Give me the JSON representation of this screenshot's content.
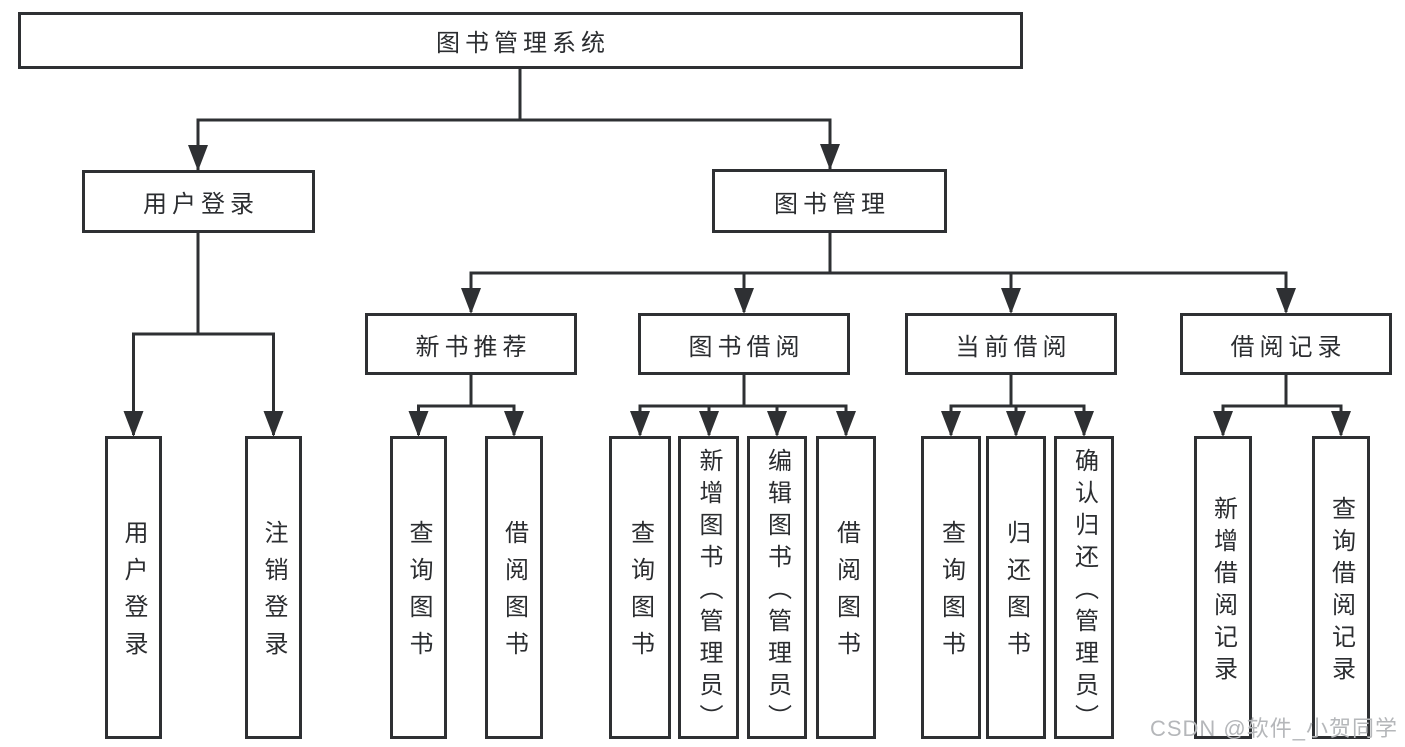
{
  "diagram": {
    "root": {
      "id": "library-management-system",
      "label": "图书管理系统"
    },
    "level2": [
      {
        "id": "user-login",
        "label": "用户登录"
      },
      {
        "id": "book-management",
        "label": "图书管理"
      }
    ],
    "level3": [
      {
        "id": "new-book-recommend",
        "label": "新书推荐"
      },
      {
        "id": "book-borrow",
        "label": "图书借阅"
      },
      {
        "id": "current-borrow",
        "label": "当前借阅"
      },
      {
        "id": "borrow-records",
        "label": "借阅记录"
      }
    ],
    "leaves": [
      {
        "id": "user-login-action",
        "parent": "user-login",
        "label": "用户登录"
      },
      {
        "id": "logout",
        "parent": "user-login",
        "label": "注销登录"
      },
      {
        "id": "query-books-recommend",
        "parent": "new-book-recommend",
        "label": "查询图书"
      },
      {
        "id": "borrow-books-recommend",
        "parent": "new-book-recommend",
        "label": "借阅图书"
      },
      {
        "id": "query-books-borrow",
        "parent": "book-borrow",
        "label": "查询图书"
      },
      {
        "id": "add-books-admin",
        "parent": "book-borrow",
        "label": "新增图书（管理员）"
      },
      {
        "id": "edit-books-admin",
        "parent": "book-borrow",
        "label": "编辑图书（管理员）"
      },
      {
        "id": "borrow-books",
        "parent": "book-borrow",
        "label": "借阅图书"
      },
      {
        "id": "query-books-current",
        "parent": "current-borrow",
        "label": "查询图书"
      },
      {
        "id": "return-books",
        "parent": "current-borrow",
        "label": "归还图书"
      },
      {
        "id": "confirm-return-admin",
        "parent": "current-borrow",
        "label": "确认归还（管理员）"
      },
      {
        "id": "add-borrow-record",
        "parent": "borrow-records",
        "label": "新增借阅记录"
      },
      {
        "id": "query-borrow-record",
        "parent": "borrow-records",
        "label": "查询借阅记录"
      }
    ],
    "watermark": "CSDN @软件_小贺同学",
    "colors": {
      "line": "#2e3033",
      "box_border": "#2e3033",
      "text": "#2b2d30",
      "watermark": "#b5b7ba",
      "background": "#ffffff"
    }
  }
}
